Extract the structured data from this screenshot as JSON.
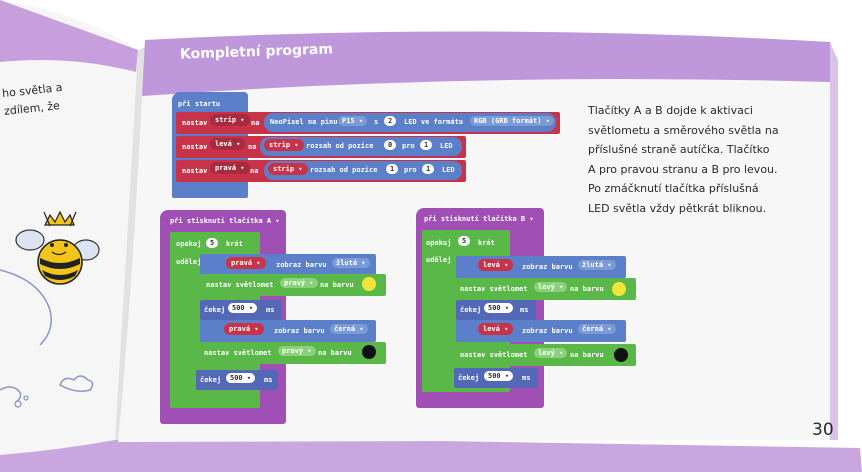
{
  "page": {
    "header_title": "Kompletní program",
    "page_number": "30",
    "left_page_text": [
      "ho světla a",
      "zdílem, že"
    ]
  },
  "description": {
    "lines": [
      "Tlačítky A a B dojde k aktivaci",
      "světlometu a směrového světla na",
      "příslušné straně autíčka. Tlačítko",
      "A pro pravou stranu a B pro levou.",
      "Po zmáčknutí tlačítka příslušná",
      "LED světla vždy pětkrát bliknou."
    ]
  },
  "on_start": {
    "hat": "při startu",
    "set_strip": {
      "label": "nastav",
      "var": "strip ▾",
      "na": "na",
      "text": "NeoPixel na pinu",
      "pin": "P15 ▾",
      "s": "s",
      "count": "2",
      "leds": "LED ve formátu",
      "format": "RGB (GRB formát) ▾"
    },
    "set_left": {
      "label": "nastav",
      "var": "levá ▾",
      "na": "na",
      "strip": "strip ▾",
      "text": "rozsah od pozice",
      "start": "0",
      "pro": "pro",
      "count": "1",
      "led": "LED"
    },
    "set_right": {
      "label": "nastav",
      "var": "pravá ▾",
      "na": "na",
      "strip": "strip ▾",
      "text": "rozsah od pozice",
      "start": "1",
      "pro": "pro",
      "count": "1",
      "led": "LED"
    }
  },
  "button_a": {
    "hat": "při stisknutí tlačítka  A ▾",
    "repeat": "opakuj",
    "times": "5",
    "krat": "krát",
    "udelej": "udělej",
    "show1": {
      "var": "pravá ▾",
      "text": "zobraz barvu",
      "color": "žlutá ▾"
    },
    "light1": {
      "text": "nastav světlomet",
      "side": "pravý ▾",
      "na": "na barvu",
      "color": "#f3e43a"
    },
    "wait1": {
      "label": "čekej",
      "ms_val": "500 ▾",
      "ms": "ms"
    },
    "show2": {
      "var": "pravá ▾",
      "text": "zobraz barvu",
      "color": "černá ▾"
    },
    "light2": {
      "text": "nastav světlomet",
      "side": "pravý ▾",
      "na": "na barvu",
      "color": "#111111"
    },
    "wait2": {
      "label": "čekej",
      "ms_val": "500 ▾",
      "ms": "ms"
    }
  },
  "button_b": {
    "hat": "při stisknutí tlačítka  B ▾",
    "repeat": "opakuj",
    "times": "5",
    "krat": "krát",
    "udelej": "udělej",
    "show1": {
      "var": "levá ▾",
      "text": "zobraz barvu",
      "color": "žlutá ▾"
    },
    "light1": {
      "text": "nastav světlomet",
      "side": "levý ▾",
      "na": "na barvu",
      "color": "#f3e43a"
    },
    "wait1": {
      "label": "čekej",
      "ms_val": "500 ▾",
      "ms": "ms"
    },
    "show2": {
      "var": "levá ▾",
      "text": "zobraz barvu",
      "color": "černá ▾"
    },
    "light2": {
      "text": "nastav světlomet",
      "side": "levý ▾",
      "na": "na barvu",
      "color": "#111111"
    },
    "wait2": {
      "label": "čekej",
      "ms_val": "500 ▾",
      "ms": "ms"
    }
  },
  "colors": {
    "header_purple": "#b58fd3",
    "event_purple": "#a050b4",
    "loop_green": "#59b848",
    "var_red": "#d64a5c",
    "led_blue": "#5b7fc8",
    "wait_blue": "#5468b8"
  }
}
